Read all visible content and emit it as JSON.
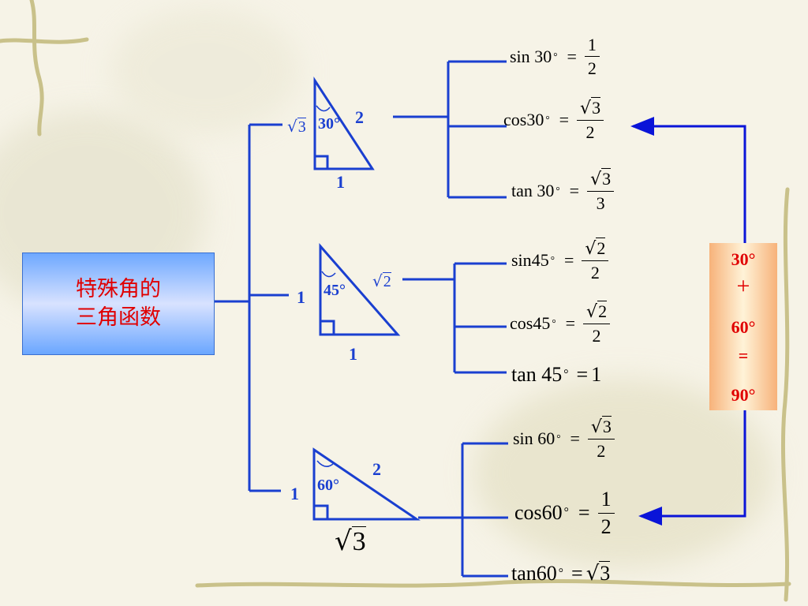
{
  "title": {
    "line1": "特殊角的",
    "line2": "三角函数"
  },
  "triangles": {
    "t30": {
      "angle": "30°",
      "hyp": "2",
      "short_leg": "1",
      "long_leg_radicand": "3"
    },
    "t45": {
      "angle": "45°",
      "leg_left": "1",
      "leg_bottom": "1",
      "hyp_radicand": "2"
    },
    "t60": {
      "angle": "60°",
      "hyp": "2",
      "short_leg": "1",
      "long_leg_radicand": "3"
    }
  },
  "formulas": {
    "sin30": {
      "fn": "sin",
      "ang": "30",
      "deg": "°",
      "eq": "=",
      "num": "1",
      "den": "2"
    },
    "cos30": {
      "fn": "cos",
      "ang": "30",
      "deg": "°",
      "eq": "=",
      "num_radicand": "3",
      "den": "2"
    },
    "tan30": {
      "fn": "tan",
      "ang": "30",
      "deg": "°",
      "eq": "=",
      "num_radicand": "3",
      "den": "3"
    },
    "sin45": {
      "fn": "sin",
      "ang": "45",
      "deg": "°",
      "eq": "=",
      "num_radicand": "2",
      "den": "2"
    },
    "cos45": {
      "fn": "cos",
      "ang": "45",
      "deg": "°",
      "eq": "=",
      "num_radicand": "2",
      "den": "2"
    },
    "tan45": {
      "fn": "tan",
      "ang": "45",
      "deg": "°",
      "eq": "=",
      "value": "1"
    },
    "sin60": {
      "fn": "sin",
      "ang": "60",
      "deg": "°",
      "eq": "=",
      "num_radicand": "3",
      "den": "2"
    },
    "cos60": {
      "fn": "cos",
      "ang": "60",
      "deg": "°",
      "eq": "=",
      "num": "1",
      "den": "2"
    },
    "tan60": {
      "fn": "tan",
      "ang": "60",
      "deg": "°",
      "eq": "=",
      "value_radicand": "3"
    }
  },
  "complement": {
    "a": "30°",
    "plus": "+",
    "b": "60°",
    "equals": "=",
    "total": "90°"
  },
  "colors": {
    "line": "#1a3fd0",
    "title_text": "#e00000",
    "formula_text": "#000000"
  }
}
